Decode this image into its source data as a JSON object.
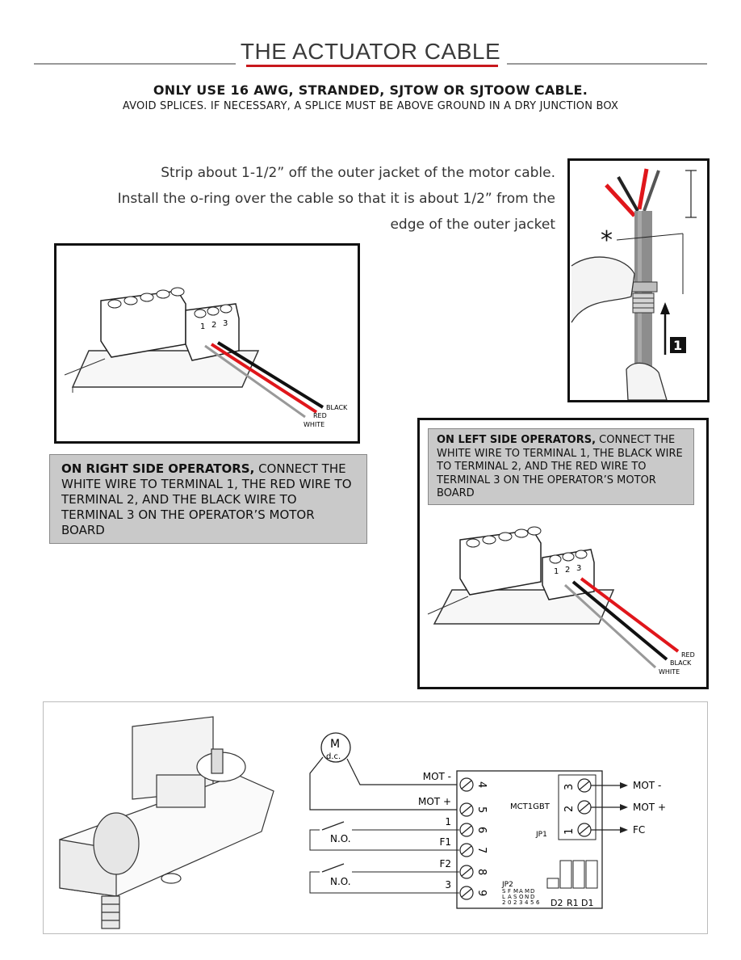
{
  "header": {
    "title": "THE ACTUATOR CABLE"
  },
  "warning": {
    "line1": "ONLY USE 16 AWG, STRANDED, SJTOW OR SJTOOW CABLE.",
    "line2": "AVOID SPLICES. IF NECESSARY, A SPLICE MUST BE ABOVE GROUND IN A DRY JUNCTION BOX"
  },
  "instructions": {
    "line1": "Strip about 1-1/2” off the outer jacket of the motor cable.",
    "line2": "Install the o-ring over the cable so that it is about 1/2” from the",
    "line3": "edge of the outer jacket"
  },
  "right_side": {
    "lead": "ON RIGHT SIDE OPERATORS,",
    "body": " CONNECT THE WHITE WIRE TO TERMINAL 1, THE RED WIRE TO TERMINAL 2, AND THE BLACK WIRE TO TERMINAL 3 ON THE OPERATOR’S MOTOR BOARD",
    "wire_labels": [
      "BLACK",
      "RED",
      "WHITE"
    ],
    "terminal_numbers": [
      "1",
      "2",
      "3"
    ]
  },
  "left_side": {
    "lead": "ON LEFT SIDE OPERATORS,",
    "body": " CONNECT THE WHITE WIRE TO TERMINAL 1, THE BLACK WIRE TO TERMINAL 2, AND THE RED WIRE TO TERMINAL 3 ON THE OPERATOR’S MOTOR BOARD",
    "wire_labels": [
      "RED",
      "BLACK",
      "WHITE"
    ],
    "terminal_numbers": [
      "1",
      "2",
      "3"
    ]
  },
  "cable_photo": {
    "step_number": "1",
    "asterisk": "*"
  },
  "schematic": {
    "motor_label": "M",
    "motor_sub": "d.c.",
    "board_label": "MCT1GBT",
    "jp1": "JP1",
    "jp2": "JP2",
    "left_terminals": [
      {
        "num": "4",
        "label": "MOT -"
      },
      {
        "num": "5",
        "label": "MOT +"
      },
      {
        "num": "6",
        "label": "1"
      },
      {
        "num": "7",
        "label": "F1"
      },
      {
        "num": "8",
        "label": "F2"
      },
      {
        "num": "9",
        "label": "3"
      }
    ],
    "right_terminals": [
      {
        "num": "3",
        "label": "MOT -"
      },
      {
        "num": "2",
        "label": "MOT +"
      },
      {
        "num": "1",
        "label": "FC"
      }
    ],
    "no_labels": [
      "N.O.",
      "N.O."
    ],
    "bottom_labels": [
      "D2",
      "R1",
      "D1"
    ],
    "dip_rows": [
      [
        "S",
        "F",
        "M",
        "A",
        "M",
        "D"
      ],
      [
        "L",
        "A",
        "S",
        "O",
        "N",
        "D"
      ],
      [
        "2",
        "0",
        "2",
        "3",
        "4",
        "5",
        "6"
      ]
    ]
  },
  "colors": {
    "accent_red": "#c8181d",
    "panel_gray": "#c9c9c9",
    "wire_red": "#e0161b",
    "wire_black": "#111111"
  }
}
